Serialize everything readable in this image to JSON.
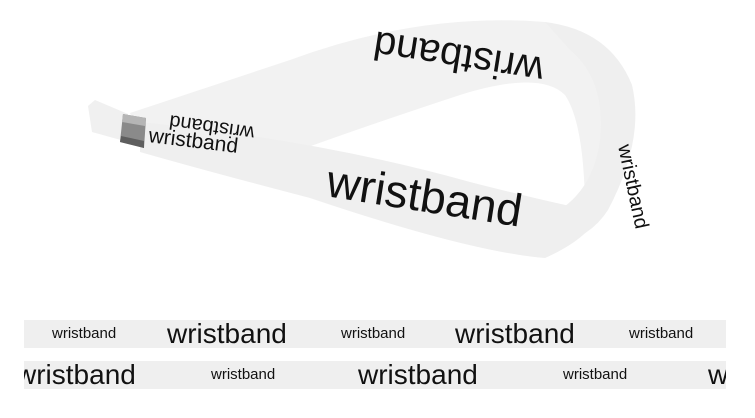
{
  "band": {
    "word": "wristband",
    "fabric_color": "#efefef",
    "text_color": "#111111",
    "clasp_color": "#8a8a8a"
  },
  "strips": [
    {
      "words": [
        "wristband",
        "wristband",
        "wristband",
        "wristband",
        "wristband"
      ]
    },
    {
      "words": [
        "wristband",
        "wristband",
        "wristband",
        "wristband",
        "wristband"
      ]
    }
  ]
}
